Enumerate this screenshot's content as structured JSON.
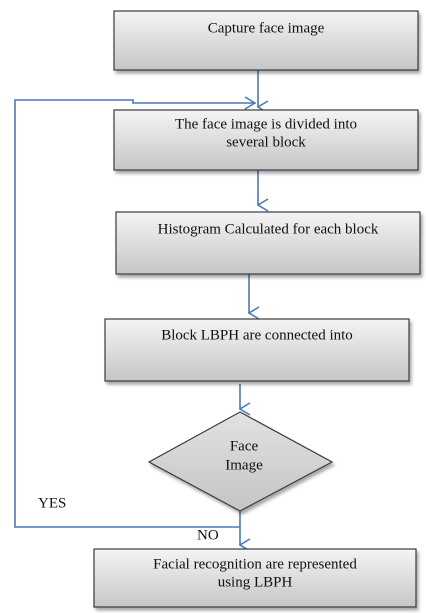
{
  "flowchart": {
    "steps": [
      {
        "lines": [
          "Capture face image"
        ]
      },
      {
        "lines": [
          "The face image is divided into",
          "several block"
        ]
      },
      {
        "lines": [
          "Histogram Calculated for each block"
        ]
      },
      {
        "lines": [
          "Block LBPH are connected into"
        ]
      }
    ],
    "decision": {
      "lines": [
        "Face",
        "Image"
      ]
    },
    "final_step": {
      "lines": [
        "Facial recognition are represented",
        "using LBPH"
      ]
    },
    "branch_labels": {
      "yes": "YES",
      "no": "NO"
    }
  },
  "colors": {
    "box_fill_light": "#f4f4f4",
    "box_fill_dark": "#c6c6c6",
    "box_border": "#3a3a3a",
    "arrow": "#4a7ab5",
    "decision_fill": "#d2d2d2"
  }
}
